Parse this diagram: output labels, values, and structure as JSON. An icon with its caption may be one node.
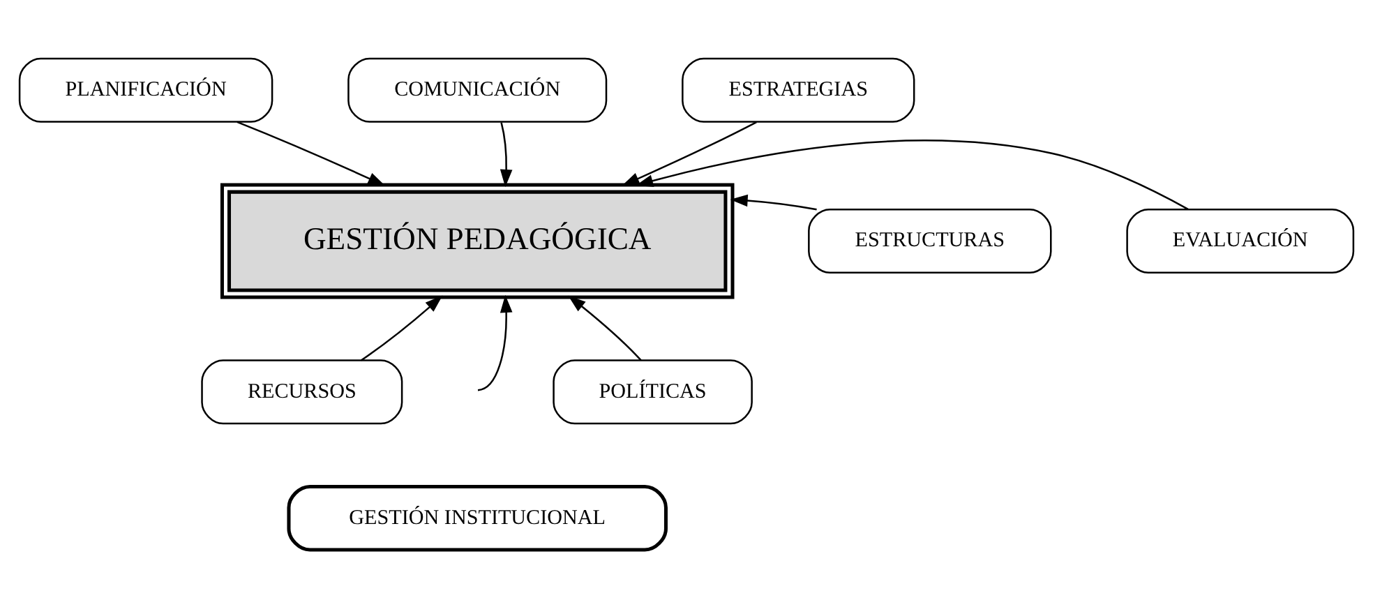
{
  "diagram": {
    "nodes": [
      {
        "text": [
          "PLANIFICACIÓN"
        ]
      },
      {
        "text": [
          "COMUNICACIÓN"
        ]
      },
      {
        "text": [
          "ESTRATEGIAS"
        ]
      },
      {
        "text": [
          "GESTIÓN PEDAGÓGICA"
        ]
      },
      {
        "text": [
          "ESTRUCTURAS"
        ]
      },
      {
        "text": [
          "EVALUACIÓN"
        ]
      },
      {
        "text": [
          "RECURSOS"
        ]
      },
      {
        "text": [
          "POLÍTICAS"
        ]
      },
      {
        "text": [
          "GESTIÓN INSTITUCIONAL"
        ]
      }
    ],
    "edges": [
      {
        "from": 0,
        "to": 3,
        "arrow": "to"
      },
      {
        "from": 1,
        "to": 3,
        "arrow": "to"
      },
      {
        "from": 2,
        "to": 3,
        "arrow": "to"
      },
      {
        "from": 4,
        "to": 3,
        "arrow": "to"
      },
      {
        "from": 5,
        "to": 3,
        "arrow": "to"
      },
      {
        "from": 6,
        "to": 3,
        "arrow": "to"
      },
      {
        "from": 7,
        "to": 3,
        "arrow": "to"
      },
      {
        "from": null,
        "to": 3,
        "arrow": "to"
      }
    ]
  }
}
